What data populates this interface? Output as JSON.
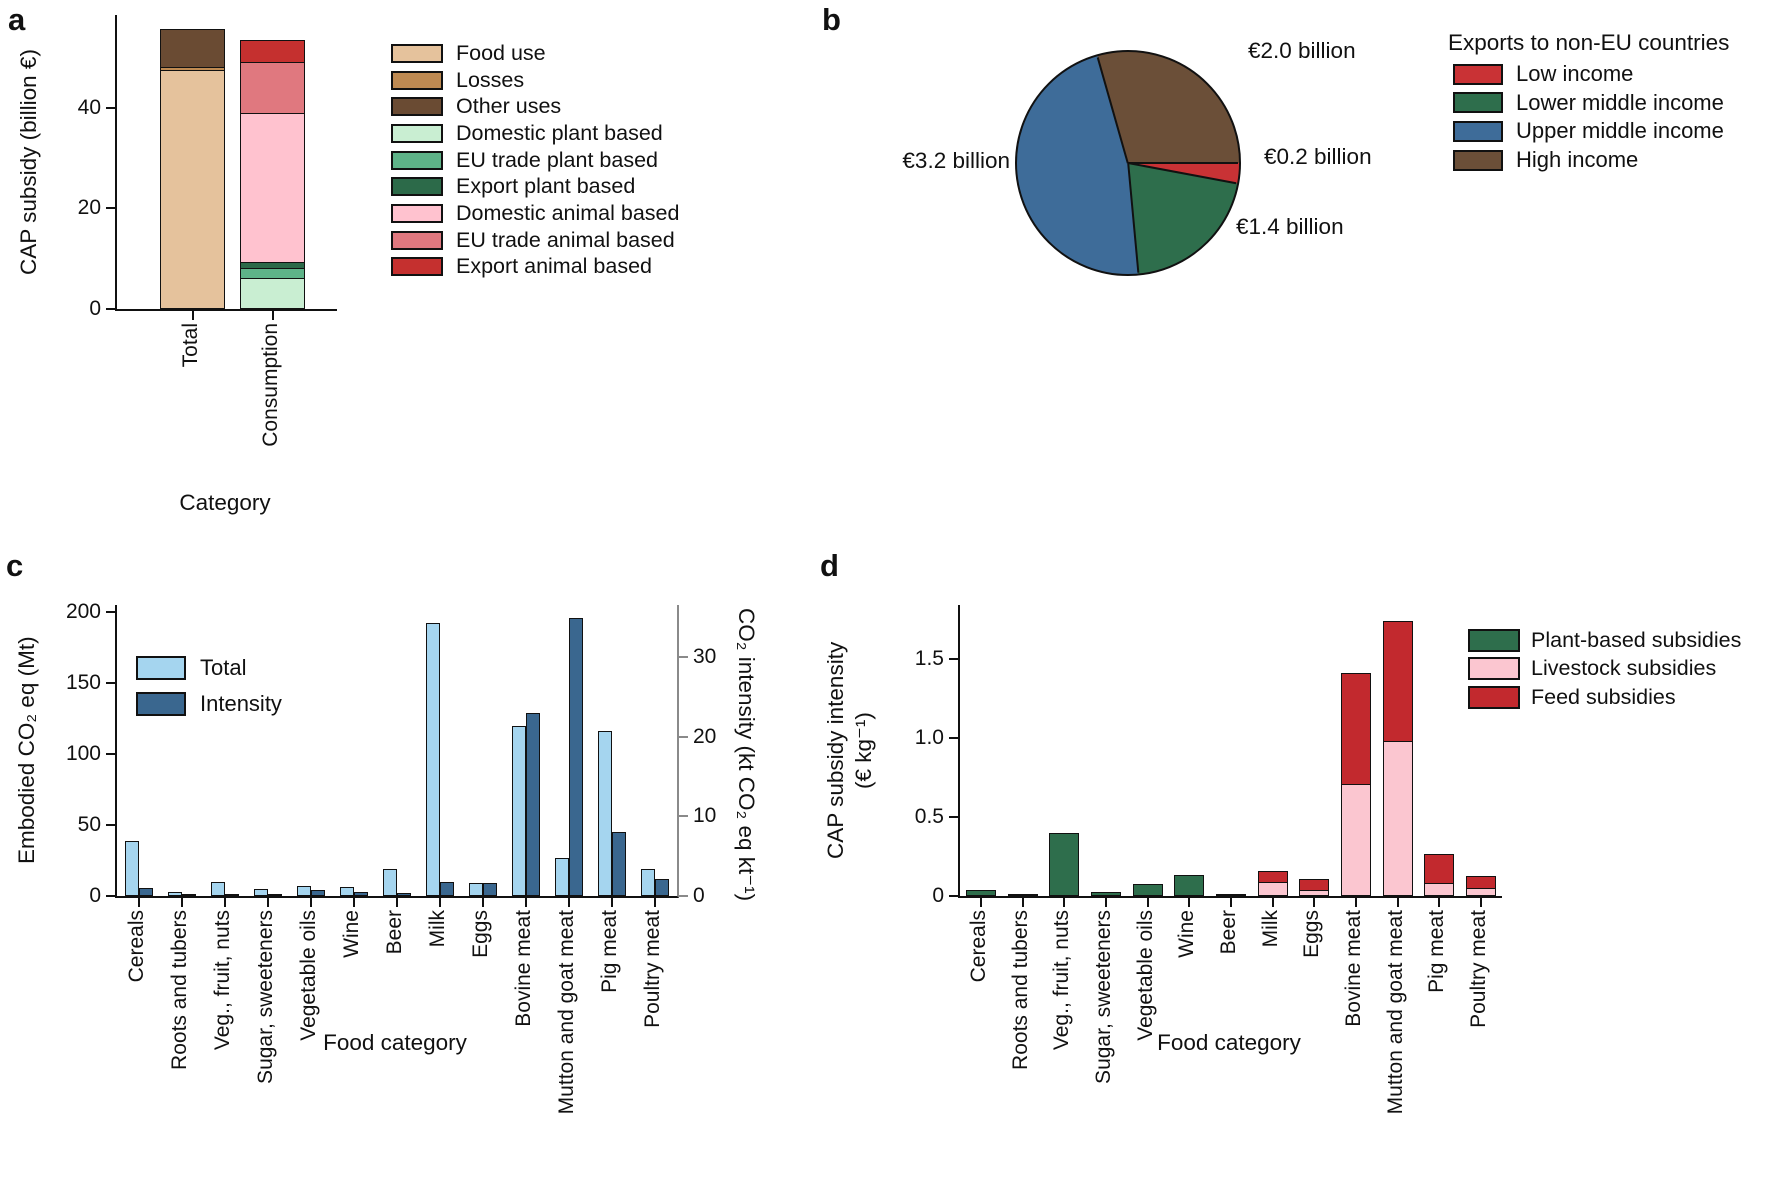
{
  "figure": {
    "background": "#ffffff"
  },
  "panels": {
    "a": {
      "letter": "a",
      "xlabel": "Category",
      "ylabel": "CAP subsidy (billion €)"
    },
    "b": {
      "letter": "b",
      "legend_title": "Exports to non-EU countries"
    },
    "c": {
      "letter": "c",
      "xlabel": "Food category",
      "ylabel_left": "Embodied CO₂ eq (Mt)",
      "ylabel_right": "CO₂ intensity (kt CO₂ eq kt⁻¹)"
    },
    "d": {
      "letter": "d",
      "xlabel": "Food category",
      "ylabel_line1": "CAP subsidy intensity",
      "ylabel_line2": "(€ kg⁻¹)"
    }
  },
  "chart_data": [
    {
      "panel": "a",
      "type": "bar",
      "stacked": true,
      "xlabel": "Category",
      "ylabel": "CAP subsidy (billion €)",
      "ylim": [
        0,
        58.5
      ],
      "yticks": [
        {
          "v": 0,
          "label": "0"
        },
        {
          "v": 20,
          "label": "20"
        },
        {
          "v": 40,
          "label": "40"
        }
      ],
      "categories": [
        "Total",
        "Consumption"
      ],
      "series": [
        {
          "name": "Food use",
          "color": "#E5C29C",
          "values": [
            47.5,
            0
          ]
        },
        {
          "name": "Losses",
          "color": "#BE8A52",
          "values": [
            1.0,
            0
          ]
        },
        {
          "name": "Other uses",
          "color": "#6A4B33",
          "values": [
            8.0,
            0
          ]
        },
        {
          "name": "Domestic plant based",
          "color": "#C9EED2",
          "values": [
            0,
            6.2
          ]
        },
        {
          "name": "EU trade plant based",
          "color": "#5EB388",
          "values": [
            0,
            2.4
          ]
        },
        {
          "name": "Export plant based",
          "color": "#2C6A49",
          "values": [
            0,
            1.5
          ]
        },
        {
          "name": "Domestic animal based",
          "color": "#FFC2CF",
          "values": [
            0,
            30.0
          ]
        },
        {
          "name": "EU trade animal based",
          "color": "#E0787F",
          "values": [
            0,
            10.4
          ]
        },
        {
          "name": "Export animal based",
          "color": "#C5302F",
          "values": [
            0,
            4.9
          ]
        }
      ]
    },
    {
      "panel": "b",
      "type": "pie",
      "legend_title": "Exports to non-EU countries",
      "legend_position": "right",
      "start": "east-clockwise",
      "slices": [
        {
          "name": "Low income",
          "color": "#C93235",
          "value": 0.2,
          "label": "€0.2 billion"
        },
        {
          "name": "Lower middle income",
          "color": "#2E6E4C",
          "value": 1.4,
          "label": "€1.4 billion"
        },
        {
          "name": "Upper middle income",
          "color": "#3E6C99",
          "value": 3.2,
          "label": "€3.2 billion"
        },
        {
          "name": "High income",
          "color": "#6B4F38",
          "value": 2.0,
          "label": "€2.0 billion"
        }
      ]
    },
    {
      "panel": "c",
      "type": "bar",
      "grouped": true,
      "xlabel": "Food category",
      "ylabel_left": "Embodied CO₂ eq (Mt)",
      "ylabel_right": "CO₂ intensity (kt CO₂ eq kt⁻¹)",
      "ylim_left": [
        0,
        205
      ],
      "yticks_left": [
        {
          "v": 0,
          "label": "0"
        },
        {
          "v": 50,
          "label": "50"
        },
        {
          "v": 100,
          "label": "100"
        },
        {
          "v": 150,
          "label": "150"
        },
        {
          "v": 200,
          "label": "200"
        }
      ],
      "ylim_right": [
        0,
        36.6
      ],
      "yticks_right": [
        {
          "v": 0,
          "label": "0"
        },
        {
          "v": 10,
          "label": "10"
        },
        {
          "v": 20,
          "label": "20"
        },
        {
          "v": 30,
          "label": "30"
        }
      ],
      "categories": [
        "Cereals",
        "Roots and tubers",
        "Veg., fruit, nuts",
        "Sugar, sweeteners",
        "Vegetable oils",
        "Wine",
        "Beer",
        "Milk",
        "Eggs",
        "Bovine meat",
        "Mutton and goat meat",
        "Pig meat",
        "Poultry meat"
      ],
      "series": [
        {
          "name": "Total",
          "axis": "left",
          "color": "#A5D5EF",
          "values": [
            39,
            3,
            10,
            5,
            7,
            6,
            19,
            192,
            9,
            120,
            27,
            116,
            19
          ]
        },
        {
          "name": "Intensity",
          "axis": "right",
          "color": "#3A678F",
          "values": [
            1.0,
            0.2,
            0.2,
            0.1,
            0.8,
            0.5,
            0.4,
            1.8,
            1.6,
            23,
            35,
            8,
            2.2
          ]
        }
      ]
    },
    {
      "panel": "d",
      "type": "bar",
      "stacked": true,
      "xlabel": "Food category",
      "ylabel": "CAP subsidy intensity (€ kg⁻¹)",
      "ylim": [
        0,
        1.84
      ],
      "yticks": [
        {
          "v": 0,
          "label": "0"
        },
        {
          "v": 0.5,
          "label": "0.5"
        },
        {
          "v": 1.0,
          "label": "1.0"
        },
        {
          "v": 1.5,
          "label": "1.5"
        }
      ],
      "categories": [
        "Cereals",
        "Roots and tubers",
        "Veg., fruit, nuts",
        "Sugar, sweeteners",
        "Vegetable oils",
        "Wine",
        "Beer",
        "Milk",
        "Eggs",
        "Bovine meat",
        "Mutton and goat meat",
        "Pig meat",
        "Poultry meat"
      ],
      "series": [
        {
          "name": "Plant-based subsidies",
          "color": "#2E6E4C",
          "values": [
            0.04,
            0.005,
            0.4,
            0.025,
            0.075,
            0.13,
            0.005,
            0,
            0,
            0,
            0,
            0,
            0
          ]
        },
        {
          "name": "Livestock subsidies",
          "color": "#FBC6D0",
          "values": [
            0,
            0,
            0,
            0,
            0,
            0,
            0,
            0.09,
            0.04,
            0.71,
            0.98,
            0.08,
            0.05
          ]
        },
        {
          "name": "Feed subsidies",
          "color": "#C2292E",
          "values": [
            0,
            0,
            0,
            0,
            0,
            0,
            0,
            0.08,
            0.08,
            0.71,
            0.77,
            0.2,
            0.09
          ]
        }
      ]
    }
  ]
}
